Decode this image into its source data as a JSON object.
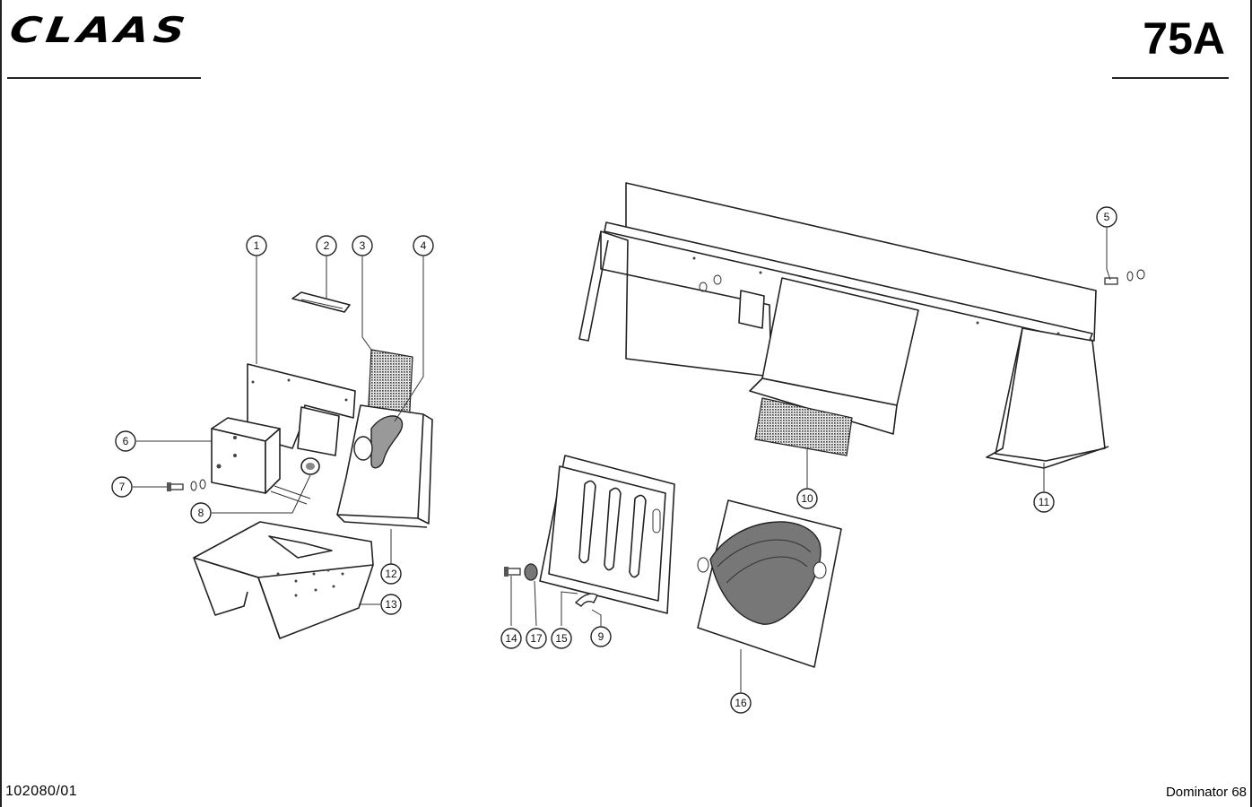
{
  "header": {
    "brand": "CLAAS",
    "page_number": "75A"
  },
  "footer": {
    "drawing_ref": "102080/01",
    "model": "Dominator 68"
  },
  "callouts": [
    "1",
    "2",
    "3",
    "4",
    "5",
    "6",
    "7",
    "8",
    "9",
    "10",
    "11",
    "12",
    "13",
    "14",
    "15",
    "16",
    "17"
  ]
}
